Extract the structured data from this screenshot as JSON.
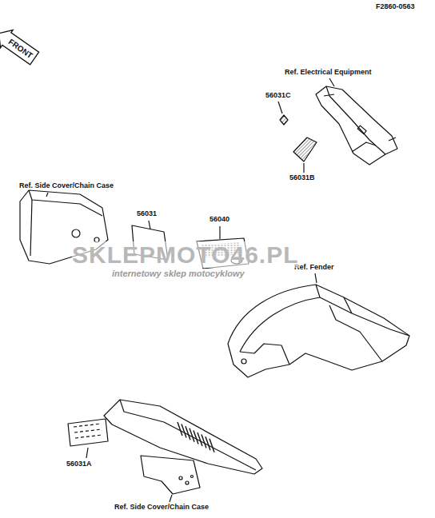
{
  "diagram": {
    "nodes": [
      {
        "text": [
          "FRONT"
        ]
      }
    ],
    "labels": [
      "F2860-0563",
      "Ref. Electrical Equipment",
      "56031C",
      "56031B",
      "Ref. Side Cover/Chain Case",
      "56031",
      "56040",
      "Ref. Fender",
      "SKLEPMOTO46.PL",
      "internetowy sklep motocyklowy",
      "56031A",
      "Ref. Side Cover/Chain Case"
    ]
  }
}
